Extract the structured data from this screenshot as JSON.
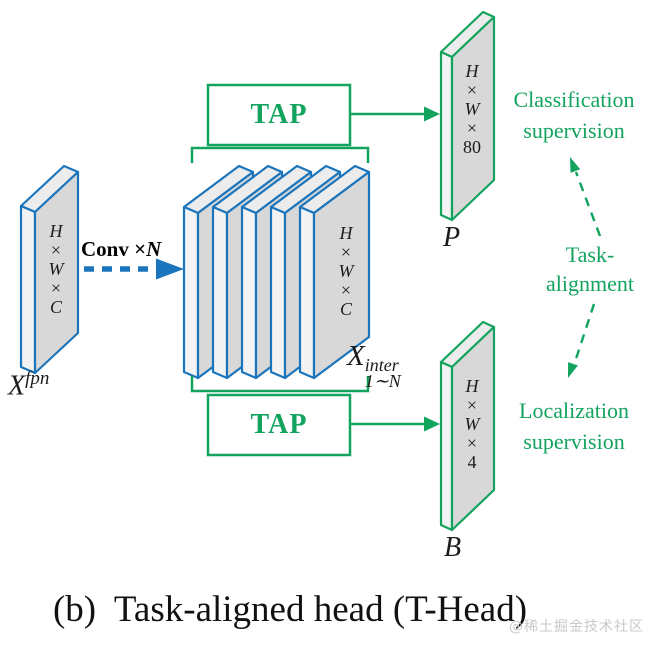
{
  "colors": {
    "blue_edge": "#1b75bc",
    "green": "#12a45e",
    "slab_face": "#d8d8d8",
    "slab_side": "#f3f3f3",
    "watermark_gray": "#c9c9c9"
  },
  "input": {
    "dims": [
      "H",
      "×",
      "W",
      "×",
      "C"
    ],
    "var": "X",
    "sup": "fpn"
  },
  "conv": {
    "prefix": "Conv ×",
    "var": "N"
  },
  "stack": {
    "dims": [
      "H",
      "×",
      "W",
      "×",
      "C"
    ],
    "var": "X",
    "sup": "inter",
    "sub": "1∼N"
  },
  "tap": {
    "top": "TAP",
    "bottom": "TAP"
  },
  "cls": {
    "dims": [
      "H",
      "×",
      "W",
      "×",
      "80"
    ],
    "var": "P",
    "supervision": [
      "Classification",
      "supervision"
    ]
  },
  "loc": {
    "dims": [
      "H",
      "×",
      "W",
      "×",
      "4"
    ],
    "var": "B",
    "supervision": [
      "Localization",
      "supervision"
    ]
  },
  "task_alignment": [
    "Task-",
    "alignment"
  ],
  "caption": "(b)  Task-aligned head (T-Head)",
  "watermark": "@稀土掘金技术社区"
}
